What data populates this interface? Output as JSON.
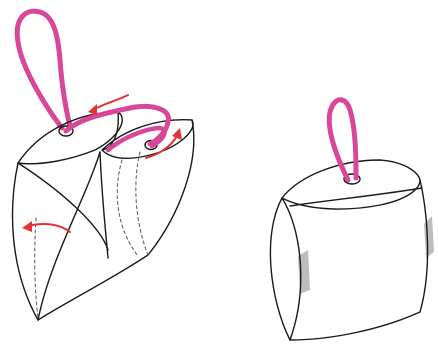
{
  "colors": {
    "outline": "#1a1a1a",
    "cord": "#d9479b",
    "arrow": "#e53232",
    "shade": "#bdbdbd",
    "fold_dash": "#666666",
    "background": "#ffffff"
  },
  "figures": [
    {
      "id": "folding-step",
      "description_icon": "assembly-diagram"
    },
    {
      "id": "finished-pouch",
      "description_icon": "finished-product"
    }
  ]
}
